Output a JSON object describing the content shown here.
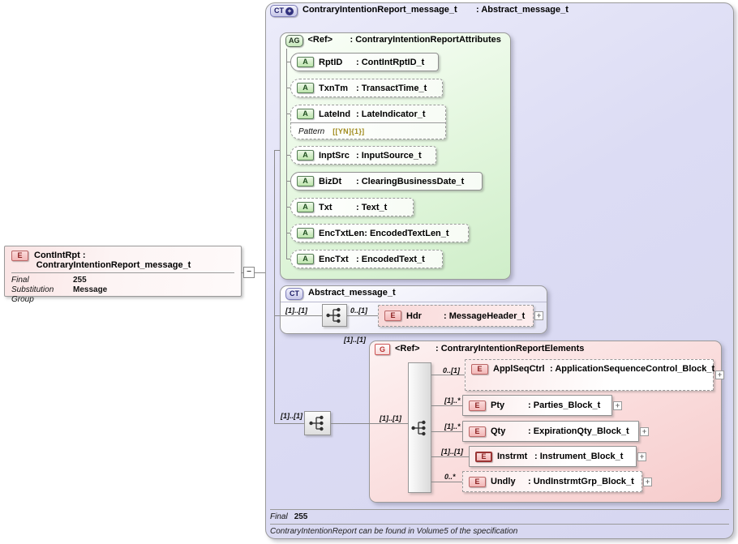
{
  "icons": {
    "ct": "CT",
    "ag": "AG",
    "attr": "A",
    "elem": "E",
    "group": "G",
    "expand": "+",
    "collapse": "−"
  },
  "source_element": {
    "name": "ContIntRpt",
    "type": "ContraryIntentionReport_message_t",
    "properties": [
      {
        "label": "Final",
        "value": "255"
      },
      {
        "label": "Substitution Group",
        "value": "Message"
      }
    ]
  },
  "main_type": {
    "name": "ContraryIntentionReport_message_t",
    "base": "Abstract_message_t",
    "final_label": "Final",
    "final_value": "255",
    "note": "ContraryIntentionReport can be found in Volume5 of the specification"
  },
  "attribute_group": {
    "ref": "<Ref>",
    "type": "ContraryIntentionReportAttributes",
    "attributes": [
      {
        "name": "RptID",
        "type": "ContIntRptID_t",
        "required": true
      },
      {
        "name": "TxnTm",
        "type": "TransactTime_t",
        "required": false
      },
      {
        "name": "LateInd",
        "type": "LateIndicator_t",
        "required": false,
        "facet_label": "Pattern",
        "facet_value": "[[YN]{1}]"
      },
      {
        "name": "InptSrc",
        "type": "InputSource_t",
        "required": false
      },
      {
        "name": "BizDt",
        "type": "ClearingBusinessDate_t",
        "required": true
      },
      {
        "name": "Txt",
        "type": "Text_t",
        "required": false
      },
      {
        "name": "EncTxtLen",
        "type": "EncodedTextLen_t",
        "required": false
      },
      {
        "name": "EncTxt",
        "type": "EncodedText_t",
        "required": false
      }
    ]
  },
  "base_type": {
    "name": "Abstract_message_t",
    "sequence_cardinality": "[1]..[1]",
    "child": {
      "cardinality": "0..[1]",
      "name": "Hdr",
      "type": "MessageHeader_t"
    }
  },
  "content_sequence_cardinality": "[1]..[1]",
  "elements_group": {
    "ref": "<Ref>",
    "type": "ContraryIntentionReportElements",
    "cardinality": "[1]..[1]",
    "sequence_cardinality": "[1]..[1]",
    "children": [
      {
        "cardinality": "0..[1]",
        "name": "ApplSeqCtrl",
        "type": "ApplicationSequenceControl_Block_t",
        "required": false
      },
      {
        "cardinality": "[1]..*",
        "name": "Pty",
        "type": "Parties_Block_t",
        "required": true
      },
      {
        "cardinality": "[1]..*",
        "name": "Qty",
        "type": "ExpirationQty_Block_t",
        "required": true
      },
      {
        "cardinality": "[1]..[1]",
        "name": "Instrmt",
        "type": "Instrument_Block_t",
        "required": true
      },
      {
        "cardinality": "0..*",
        "name": "Undly",
        "type": "UndInstrmtGrp_Block_t",
        "required": false
      }
    ]
  }
}
